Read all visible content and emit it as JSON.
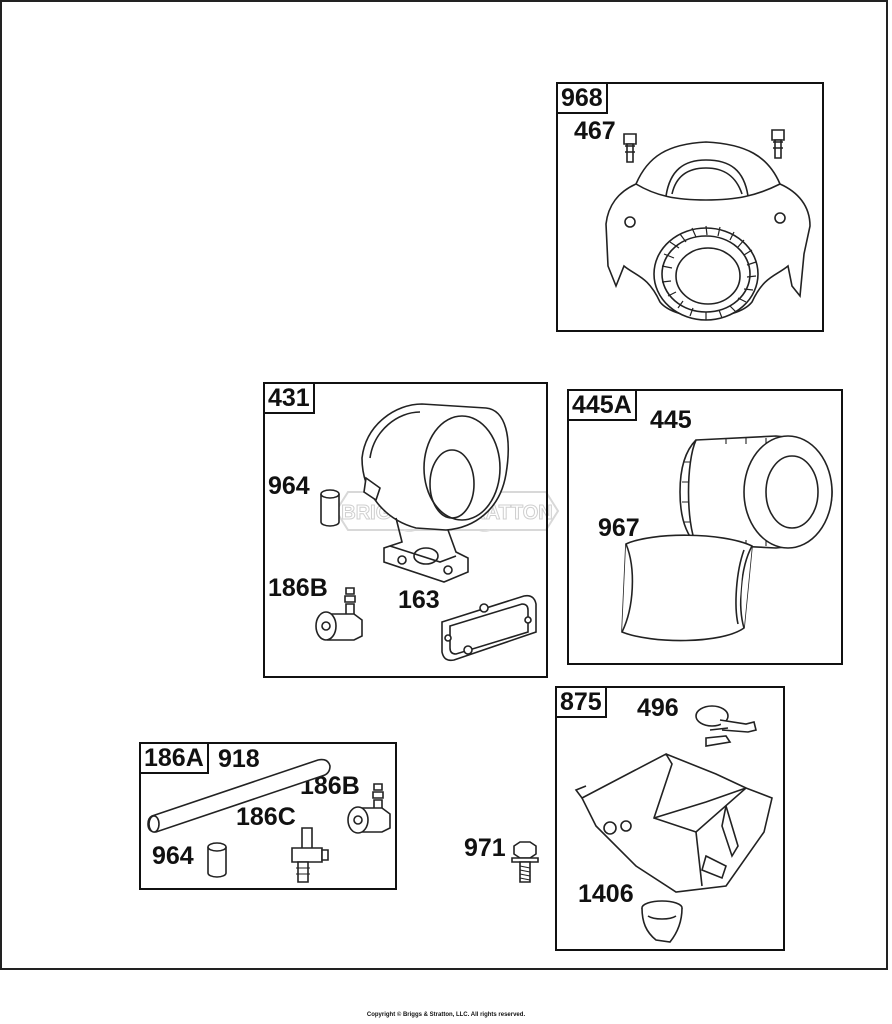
{
  "kits": {
    "k968": "968",
    "k431": "431",
    "k445A": "445A",
    "k875": "875",
    "k186A": "186A"
  },
  "parts": {
    "p467": "467",
    "p964a": "964",
    "p186Ba": "186B",
    "p163": "163",
    "p445": "445",
    "p967": "967",
    "p496": "496",
    "p1406": "1406",
    "p971": "971",
    "p918": "918",
    "p186Bb": "186B",
    "p186C": "186C",
    "p964b": "964"
  },
  "watermark": "BRIGGS & STRATTON",
  "copyright": "Copyright © Briggs & Stratton, LLC. All rights reserved."
}
